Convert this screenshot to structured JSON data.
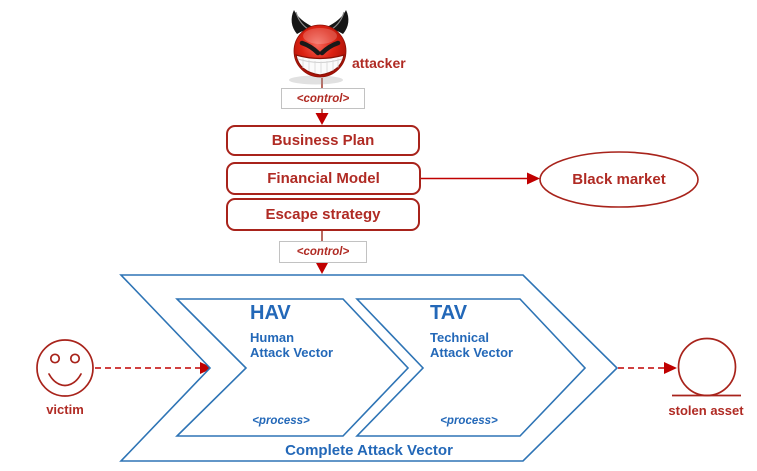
{
  "diagram": {
    "title_hint": "attack vector business model diagram",
    "attacker_label": "attacker",
    "control_top_label": "<control>",
    "control_bottom_label": "<control>",
    "plan_boxes": [
      "Business Plan",
      "Financial Model",
      "Escape strategy"
    ],
    "black_market_label": "Black market",
    "hav": {
      "abbr": "HAV",
      "line1": "Human",
      "line2": "Attack Vector",
      "process": "<process>"
    },
    "tav": {
      "abbr": "TAV",
      "line1": "Technical",
      "line2": "Attack Vector",
      "process": "<process>"
    },
    "complete_label": "Complete Attack Vector",
    "victim_label": "victim",
    "stolen_asset_label": "stolen asset",
    "icons": {
      "attacker": "devil-face-icon",
      "victim": "smiley-face-icon",
      "stolen_asset": "circle-on-line-icon"
    },
    "colors": {
      "red": "#B02B24",
      "red_border": "#A8231B",
      "bright_red_arrow": "#C00000",
      "blue": "#2368B8",
      "blue_line": "#2E74B5",
      "gray_border": "#C2C2C2"
    }
  }
}
